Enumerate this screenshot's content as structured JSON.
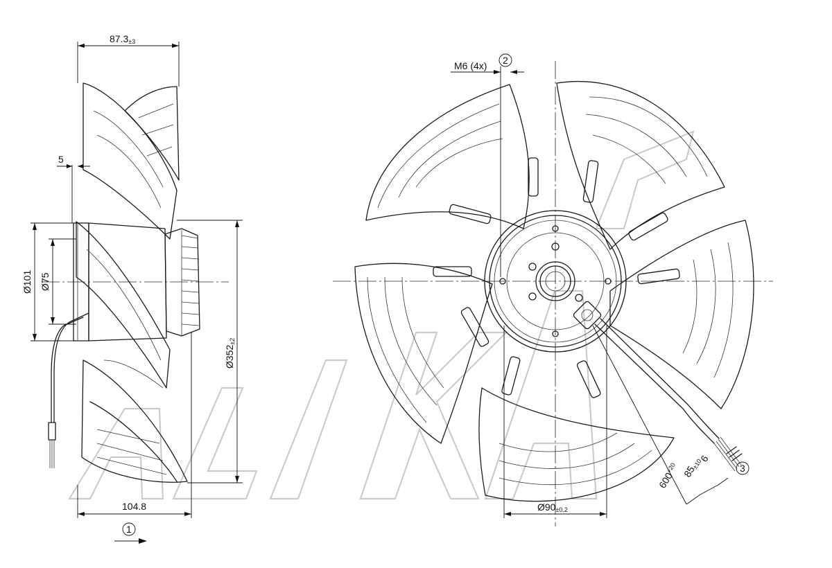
{
  "side_view": {
    "dim_width_top": {
      "value": "87.3",
      "tol": "±3"
    },
    "dim_width_bottom": {
      "value": "104.8"
    },
    "dim_offset": {
      "value": "5"
    },
    "dim_dia_101": {
      "value": "Ø101"
    },
    "dim_dia_75": {
      "value": "Ø75"
    },
    "dim_dia_352": {
      "value": "Ø352",
      "tol": "±2"
    },
    "callout_airflow": {
      "value": "1"
    }
  },
  "front_view": {
    "dim_thread": {
      "value": "M6 (4x)"
    },
    "callout_thread": {
      "value": "2"
    },
    "dim_dia_90": {
      "value": "Ø90",
      "tol": "±0.2"
    },
    "dim_cable_600": {
      "value": "600",
      "tol": "+20"
    },
    "dim_cable_85": {
      "value": "85",
      "tol": "±10"
    },
    "dim_cable_6": {
      "value": "6"
    },
    "callout_cable": {
      "value": "3"
    }
  },
  "colors": {
    "line": "#1a1a1a",
    "watermark": "#c8c8c8"
  }
}
